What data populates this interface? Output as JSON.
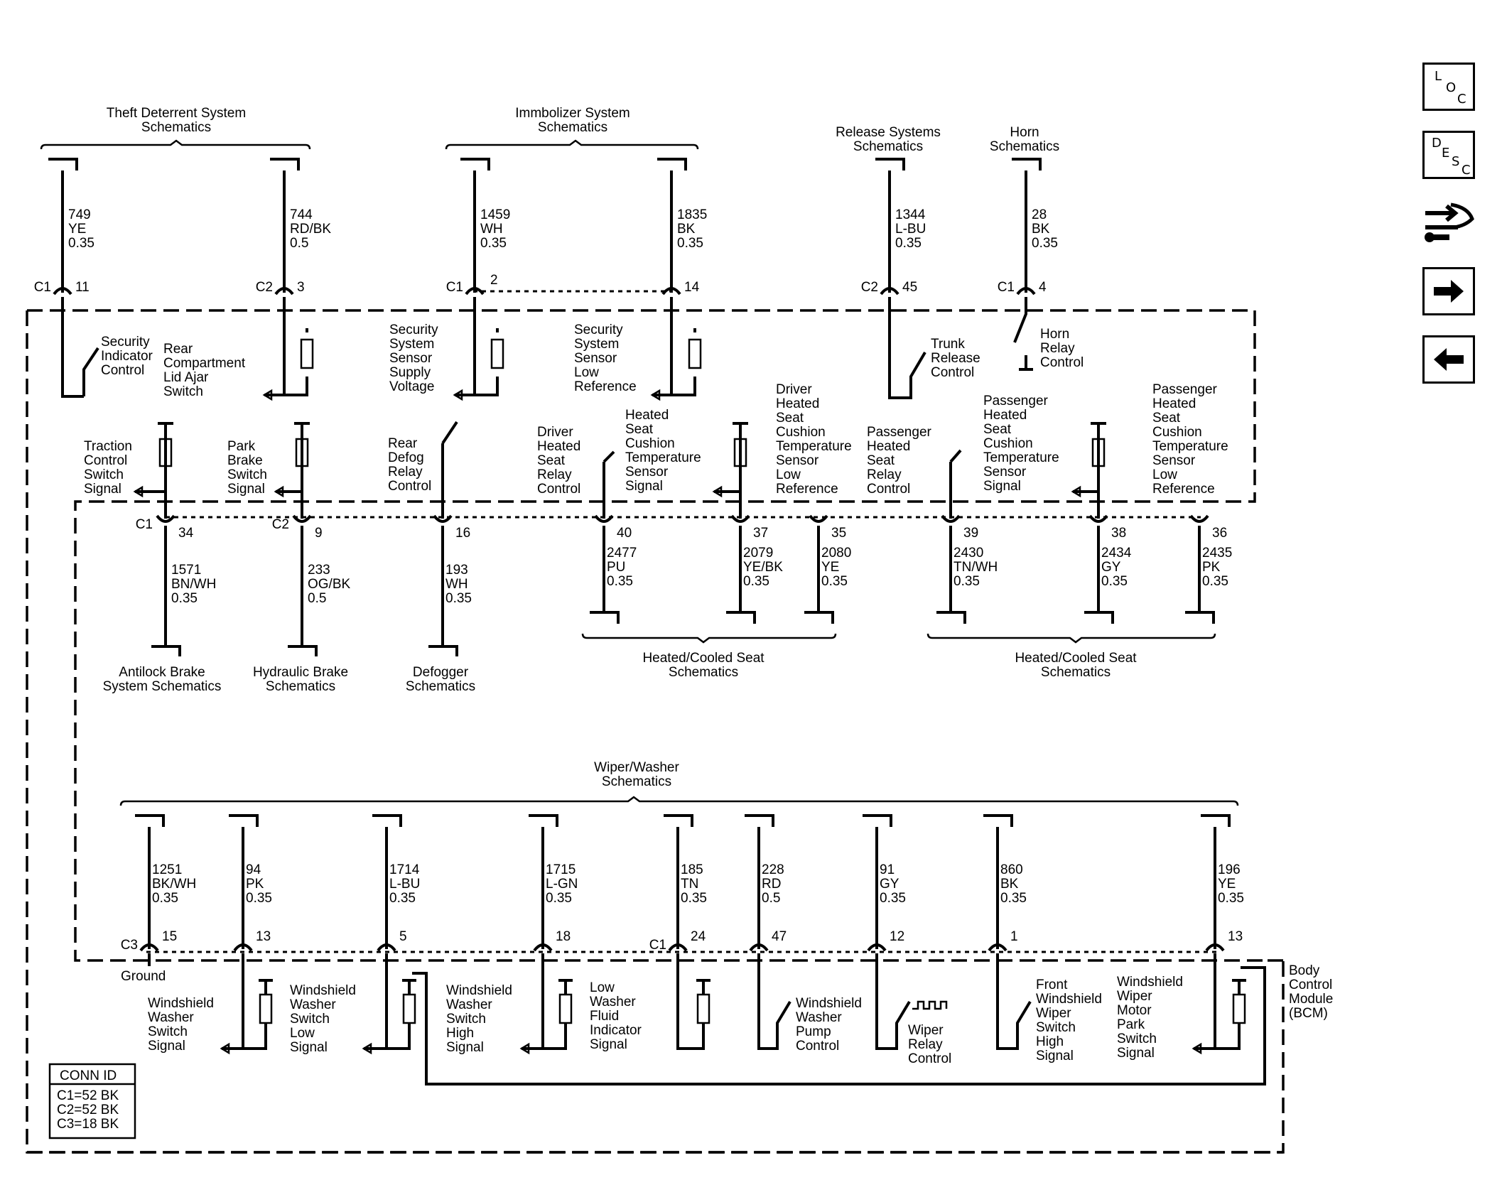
{
  "module_name": "Body\nControl\nModule\n(BCM)",
  "top_refs": [
    {
      "id": "theft",
      "text": "Theft Deterrent System\nSchematics"
    },
    {
      "id": "immobilizer",
      "text": "Immbolizer System\nSchematics"
    },
    {
      "id": "release",
      "text": "Release Systems\nSchematics"
    },
    {
      "id": "horn",
      "text": "Horn\nSchematics"
    }
  ],
  "top_wires": [
    {
      "id": "w749",
      "circuit": "749",
      "color": "YE",
      "size": "0.35",
      "conn": "C1",
      "pin": "11"
    },
    {
      "id": "w744",
      "circuit": "744",
      "color": "RD/BK",
      "size": "0.5",
      "conn": "C2",
      "pin": "3"
    },
    {
      "id": "w1459",
      "circuit": "1459",
      "color": "WH",
      "size": "0.35",
      "conn": "C1",
      "pin": "2"
    },
    {
      "id": "w1835",
      "circuit": "1835",
      "color": "BK",
      "size": "0.35",
      "conn": "",
      "pin": "14"
    },
    {
      "id": "w1344",
      "circuit": "1344",
      "color": "L-BU",
      "size": "0.35",
      "conn": "C2",
      "pin": "45"
    },
    {
      "id": "w28",
      "circuit": "28",
      "color": "BK",
      "size": "0.35",
      "conn": "C1",
      "pin": "4"
    }
  ],
  "top_functions": [
    {
      "id": "sec-ind",
      "text": "Security\nIndicator\nControl"
    },
    {
      "id": "rear-comp",
      "text": "Rear\nCompartment\nLid Ajar\nSwitch"
    },
    {
      "id": "sec-supply",
      "text": "Security\nSystem\nSensor\nSupply\nVoltage"
    },
    {
      "id": "sec-lowref",
      "text": "Security\nSystem\nSensor\nLow\nReference"
    },
    {
      "id": "trunk",
      "text": "Trunk\nRelease\nControl"
    },
    {
      "id": "horn-relay",
      "text": "Horn\nRelay\nControl"
    }
  ],
  "mid_functions": [
    {
      "id": "traction",
      "text": "Traction\nControl\nSwitch\nSignal"
    },
    {
      "id": "park-brake",
      "text": "Park\nBrake\nSwitch\nSignal"
    },
    {
      "id": "rear-defog",
      "text": "Rear\nDefog\nRelay\nControl"
    },
    {
      "id": "drv-relay",
      "text": "Driver\nHeated\nSeat\nRelay\nControl"
    },
    {
      "id": "drv-temp",
      "text": "Heated\nSeat\nCushion\nTemperature\nSensor\nSignal"
    },
    {
      "id": "drv-lowref",
      "text": "Driver\nHeated\nSeat\nCushion\nTemperature\nSensor\nLow\nReference"
    },
    {
      "id": "pass-relay",
      "text": "Passenger\nHeated\nSeat\nRelay\nControl"
    },
    {
      "id": "pass-temp",
      "text": "Passenger\nHeated\nSeat\nCushion\nTemperature\nSensor\nSignal"
    },
    {
      "id": "pass-lowref",
      "text": "Passenger\nHeated\nSeat\nCushion\nTemperature\nSensor\nLow\nReference"
    }
  ],
  "mid_wires": [
    {
      "id": "w1571",
      "circuit": "1571",
      "color": "BN/WH",
      "size": "0.35",
      "conn": "C1",
      "pin": "34"
    },
    {
      "id": "w233",
      "circuit": "233",
      "color": "OG/BK",
      "size": "0.5",
      "conn": "C2",
      "pin": "9"
    },
    {
      "id": "w193",
      "circuit": "193",
      "color": "WH",
      "size": "0.35",
      "conn": "",
      "pin": "16"
    },
    {
      "id": "w2477",
      "circuit": "2477",
      "color": "PU",
      "size": "0.35",
      "conn": "",
      "pin": "40"
    },
    {
      "id": "w2079",
      "circuit": "2079",
      "color": "YE/BK",
      "size": "0.35",
      "conn": "",
      "pin": "37"
    },
    {
      "id": "w2080",
      "circuit": "2080",
      "color": "YE",
      "size": "0.35",
      "conn": "",
      "pin": "35"
    },
    {
      "id": "w2430",
      "circuit": "2430",
      "color": "TN/WH",
      "size": "0.35",
      "conn": "",
      "pin": "39"
    },
    {
      "id": "w2434",
      "circuit": "2434",
      "color": "GY",
      "size": "0.35",
      "conn": "",
      "pin": "38"
    },
    {
      "id": "w2435",
      "circuit": "2435",
      "color": "PK",
      "size": "0.35",
      "conn": "",
      "pin": "36"
    }
  ],
  "mid_refs": [
    {
      "id": "abs",
      "text": "Antilock Brake\nSystem Schematics"
    },
    {
      "id": "hyd",
      "text": "Hydraulic Brake\nSchematics"
    },
    {
      "id": "defog",
      "text": "Defogger\nSchematics"
    },
    {
      "id": "seat1",
      "text": "Heated/Cooled Seat\nSchematics"
    },
    {
      "id": "seat2",
      "text": "Heated/Cooled Seat\nSchematics"
    }
  ],
  "wiper_ref": "Wiper/Washer\nSchematics",
  "bottom_wires": [
    {
      "id": "w1251",
      "circuit": "1251",
      "color": "BK/WH",
      "size": "0.35",
      "conn": "C3",
      "pin": "15"
    },
    {
      "id": "w94",
      "circuit": "94",
      "color": "PK",
      "size": "0.35",
      "conn": "",
      "pin": "13"
    },
    {
      "id": "w1714",
      "circuit": "1714",
      "color": "L-BU",
      "size": "0.35",
      "conn": "",
      "pin": "5"
    },
    {
      "id": "w1715",
      "circuit": "1715",
      "color": "L-GN",
      "size": "0.35",
      "conn": "",
      "pin": "18"
    },
    {
      "id": "w185",
      "circuit": "185",
      "color": "TN",
      "size": "0.35",
      "conn": "C1",
      "pin": "24"
    },
    {
      "id": "w228",
      "circuit": "228",
      "color": "RD",
      "size": "0.5",
      "conn": "",
      "pin": "47"
    },
    {
      "id": "w91",
      "circuit": "91",
      "color": "GY",
      "size": "0.35",
      "conn": "",
      "pin": "12"
    },
    {
      "id": "w860",
      "circuit": "860",
      "color": "BK",
      "size": "0.35",
      "conn": "",
      "pin": "1"
    },
    {
      "id": "w196",
      "circuit": "196",
      "color": "YE",
      "size": "0.35",
      "conn": "",
      "pin": "13"
    }
  ],
  "bottom_functions": [
    {
      "id": "ground",
      "text": "Ground"
    },
    {
      "id": "ws-sig",
      "text": "Windshield\nWasher\nSwitch\nSignal"
    },
    {
      "id": "ws-low",
      "text": "Windshield\nWasher\nSwitch\nLow\nSignal"
    },
    {
      "id": "ws-high",
      "text": "Windshield\nWasher\nSwitch\nHigh\nSignal"
    },
    {
      "id": "low-fluid",
      "text": "Low\nWasher\nFluid\nIndicator\nSignal"
    },
    {
      "id": "pump",
      "text": "Windshield\nWasher\nPump\nControl"
    },
    {
      "id": "wiper-relay",
      "text": "Wiper\nRelay\nControl"
    },
    {
      "id": "front-high",
      "text": "Front\nWindshield\nWiper\nSwitch\nHigh\nSignal"
    },
    {
      "id": "motor-park",
      "text": "Windshield\nWiper\nMotor\nPark\nSwitch\nSignal"
    }
  ],
  "conn_id": {
    "title": "CONN ID",
    "lines": [
      "C1=52 BK",
      "C2=52 BK",
      "C3=18 BK"
    ]
  },
  "nav": {
    "loc": [
      "L",
      "O",
      "C"
    ],
    "desc": [
      "D",
      "E",
      "S",
      "C"
    ],
    "next": "next-arrow",
    "prev": "previous-arrow",
    "tool": "wrench-icon"
  }
}
